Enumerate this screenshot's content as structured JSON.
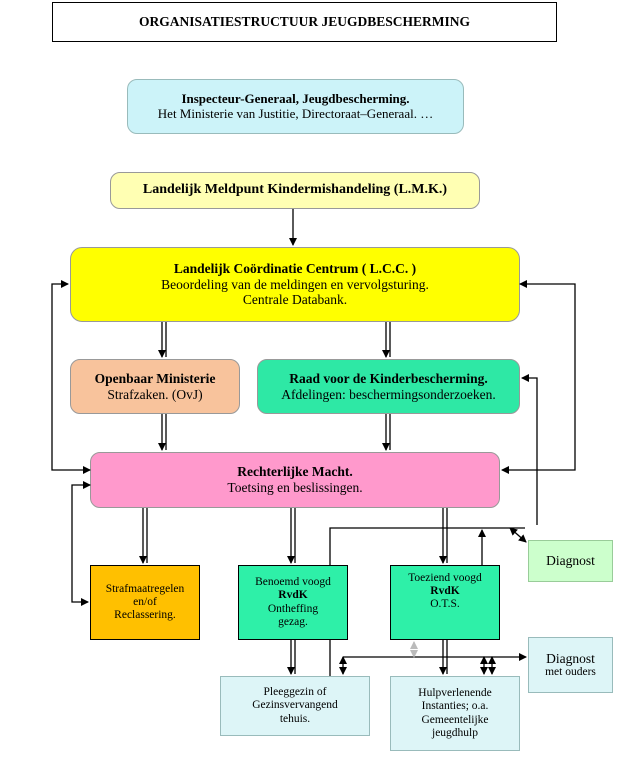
{
  "title": "ORGANISATIESTRUCTUUR  JEUGDBESCHERMING",
  "inspecteur": {
    "line1": "Inspecteur-Generaal, Jeugdbescherming.",
    "line2": "Het Ministerie van Justitie, Directoraat–Generaal. …"
  },
  "lmk": {
    "line1": "Landelijk Meldpunt Kindermishandeling (L.M.K.)"
  },
  "lcc": {
    "line1": "Landelijk Coördinatie Centrum ( L.C.C. )",
    "line2": "Beoordeling van de meldingen en vervolgsturing.",
    "line3": "Centrale Databank."
  },
  "om": {
    "line1": "Openbaar Ministerie",
    "line2": "Strafzaken. (OvJ)"
  },
  "raad": {
    "line1": "Raad voor de Kinderbescherming.",
    "line2": "Afdelingen: beschermingsonderzoeken."
  },
  "rechterlijk": {
    "line1": "Rechterlijke Macht.",
    "line2": "Toetsing en beslissingen."
  },
  "straf": {
    "line1": "Strafmaatregelen",
    "line2": "en/of",
    "line3": "Reclassering."
  },
  "benoemd": {
    "line1": "Benoemd voogd",
    "line2": "RvdK",
    "line3": "Ontheffing",
    "line4": "gezag."
  },
  "toeziend": {
    "line1": "Toeziend voogd",
    "line2": "RvdK",
    "line3": "O.T.S."
  },
  "diagnost1": {
    "line1": "Diagnost"
  },
  "diagnost2": {
    "line1": "Diagnost",
    "line2": "met ouders"
  },
  "pleeg": {
    "line1": "Pleeggezin of",
    "line2": "Gezinsvervangend",
    "line3": "tehuis."
  },
  "hulp": {
    "line1": "Hulpverlenende",
    "line2": "Instanties;  o.a.",
    "line3": "Gemeentelijke",
    "line4": "jeugdhulp"
  },
  "colors": {
    "inspecteur": "#ccf3f9",
    "lmk": "#ffffb3",
    "lcc": "#ffff00",
    "om": "#f8c39c",
    "raad": "#2ee8a5",
    "rechterlijk": "#ff99cc",
    "straf": "#ffc000",
    "voogd": "#2ef0a8",
    "diagnost": "#ccffcc",
    "light_cyan": "#ddf5f7"
  }
}
